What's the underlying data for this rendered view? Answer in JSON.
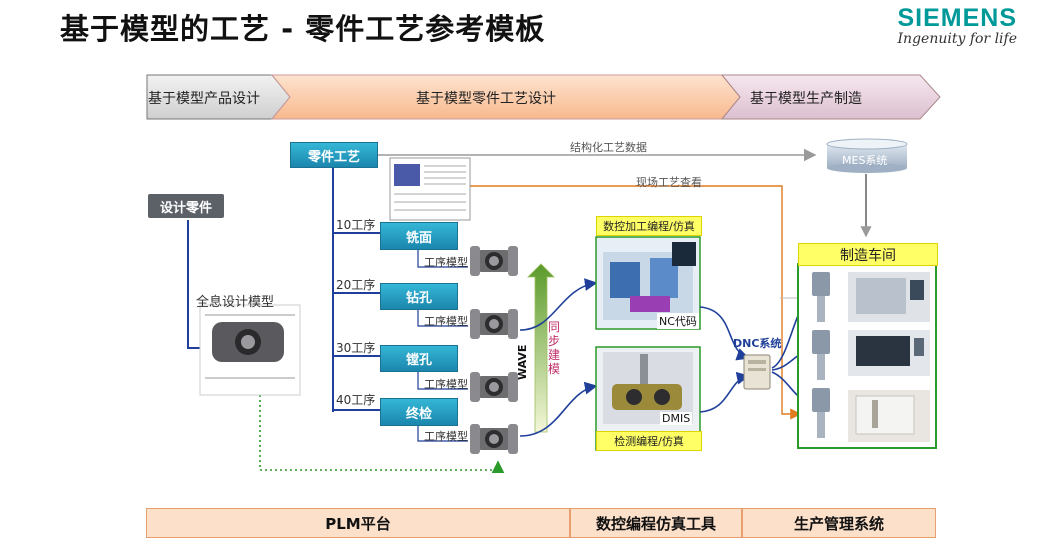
{
  "header": {
    "title": "基于模型的工艺 - 零件工艺参考模板",
    "brand_name": "SIEMENS",
    "brand_tagline": "Ingenuity for life",
    "brand_color": "#009999"
  },
  "process_bar": [
    {
      "label": "基于模型产品设计"
    },
    {
      "label": "基于模型零件工艺设计"
    },
    {
      "label": "基于模型生产制造"
    }
  ],
  "nodes": {
    "part_process": "零件工艺",
    "design_part": "设计零件",
    "full_design_model": "全息设计模型",
    "structured_data": "结构化工艺数据",
    "mes": "MES系统",
    "site_view": "现场工艺查看",
    "wave": "WAVE",
    "sync_modeling": "同步建模",
    "nc_panel": "数控加工编程/仿真",
    "nc_code": "NC代码",
    "inspect_panel": "检测编程/仿真",
    "dmis": "DMIS",
    "dnc": "DNC系统",
    "workshop": "制造车间",
    "op_model": "工序模型"
  },
  "operations": [
    {
      "seq": "10工序",
      "name": "铣面"
    },
    {
      "seq": "20工序",
      "name": "钻孔"
    },
    {
      "seq": "30工序",
      "name": "镗孔"
    },
    {
      "seq": "40工序",
      "name": "终检"
    }
  ],
  "bottom_bar": [
    {
      "label": "PLM平台"
    },
    {
      "label": "数控编程仿真工具"
    },
    {
      "label": "生产管理系统"
    }
  ]
}
